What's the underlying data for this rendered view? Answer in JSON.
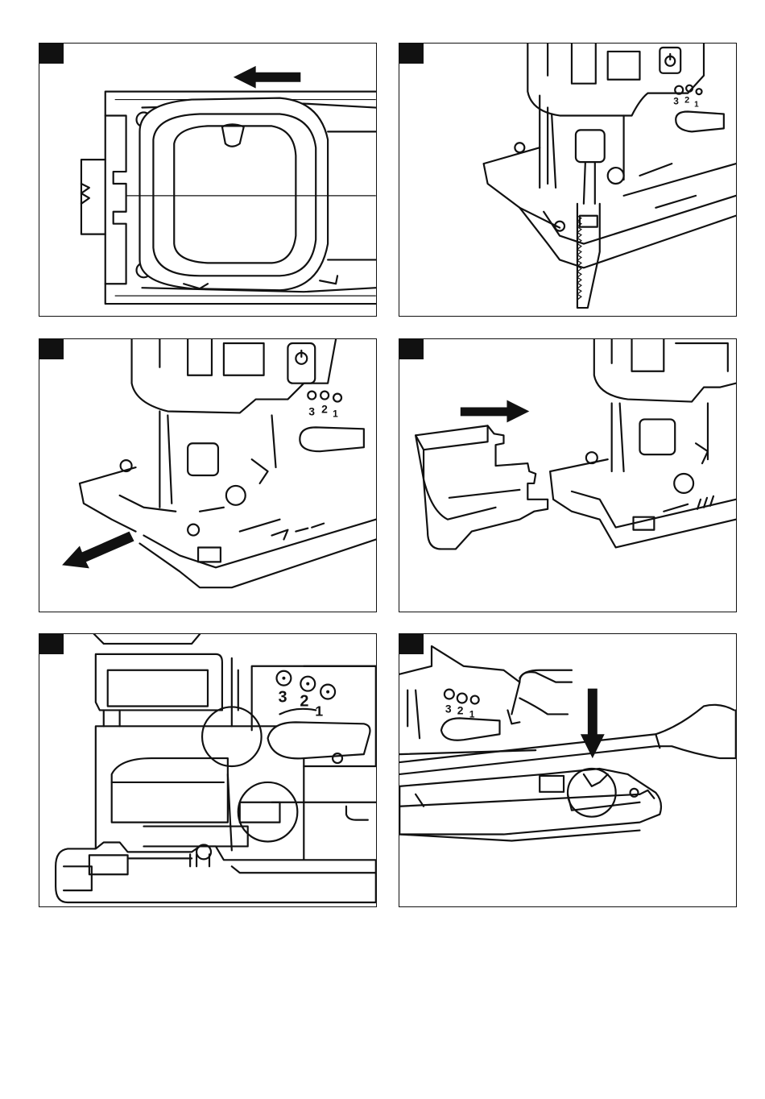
{
  "page": {
    "background": "#ffffff",
    "line_color": "#111111"
  },
  "figures": [
    {
      "id": "fig-1",
      "icons": [
        "arrow-left-icon"
      ]
    },
    {
      "id": "fig-2",
      "dial": {
        "labels": [
          "3",
          "2",
          "1"
        ]
      },
      "icons": [
        "power-button-icon"
      ]
    },
    {
      "id": "fig-3",
      "dial": {
        "labels": [
          "3",
          "2",
          "1"
        ]
      },
      "icons": [
        "power-button-icon",
        "arrow-down-left-icon"
      ]
    },
    {
      "id": "fig-4",
      "icons": [
        "arrow-right-icon",
        "dust-cover-icon"
      ]
    },
    {
      "id": "fig-5",
      "dial": {
        "labels": [
          "3",
          "2",
          "1"
        ]
      },
      "icons": [
        "highlight-circle-icon"
      ]
    },
    {
      "id": "fig-6",
      "dial": {
        "labels": [
          "3",
          "2",
          "1"
        ]
      },
      "icons": [
        "arrow-down-icon",
        "highlight-circle-icon"
      ]
    }
  ]
}
